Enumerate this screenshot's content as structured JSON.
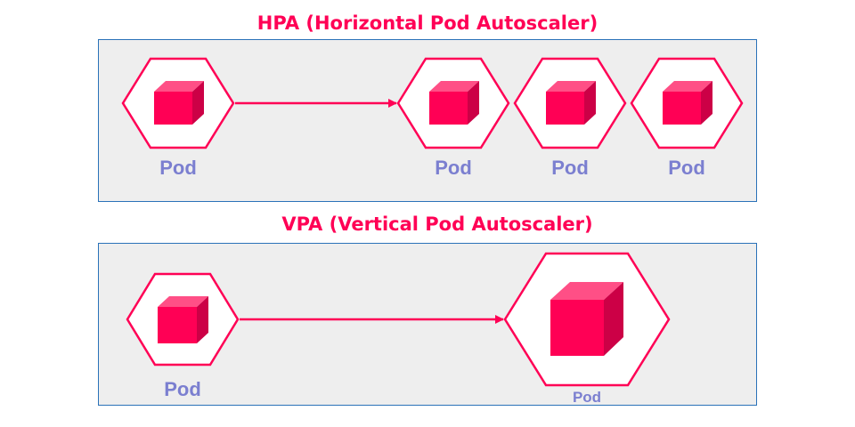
{
  "colors": {
    "accent": "#ff0055",
    "cube_front": "#ff0055",
    "cube_top": "#ff4f86",
    "cube_side": "#cc0046",
    "panel_fill": "#eeeeee",
    "panel_border": "#2a72b8",
    "label": "#7b7fd0"
  },
  "hpa": {
    "title": "HPA (Horizontal Pod Autoscaler)",
    "source_label": "Pod",
    "target_labels": [
      "Pod",
      "Pod",
      "Pod"
    ]
  },
  "vpa": {
    "title": "VPA (Vertical Pod Autoscaler)",
    "source_label": "Pod",
    "target_label": "Pod"
  }
}
